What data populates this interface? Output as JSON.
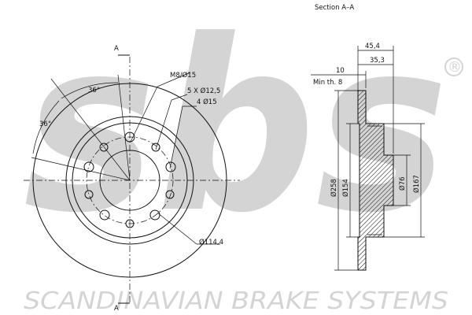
{
  "watermark": {
    "logo_text": "sbs",
    "registered_mark": "®"
  },
  "footer": {
    "company": "SCANDINAVIAN BRAKE SYSTEMS"
  },
  "section": {
    "title": "Section A–A",
    "marker": "A"
  },
  "front_view": {
    "angle_1": "36°",
    "angle_2": "36°",
    "thread_label": "M8/Ø15",
    "holes_label": "5 X Ø12,5",
    "pins_label": "4 Ø15",
    "bolt_circle_label": "Ø114,4"
  },
  "side_view": {
    "total_height": "45,4",
    "hat_height": "35,3",
    "thickness": "10",
    "min_thickness": "Min th. 8",
    "outer_diameter": "Ø258",
    "friction_inner_diameter": "Ø154",
    "hat_outer_diameter": "Ø167",
    "center_bore": "Ø76"
  },
  "colors": {
    "line": "#111111",
    "watermark": "#d4d4d4",
    "background": "#ffffff"
  }
}
